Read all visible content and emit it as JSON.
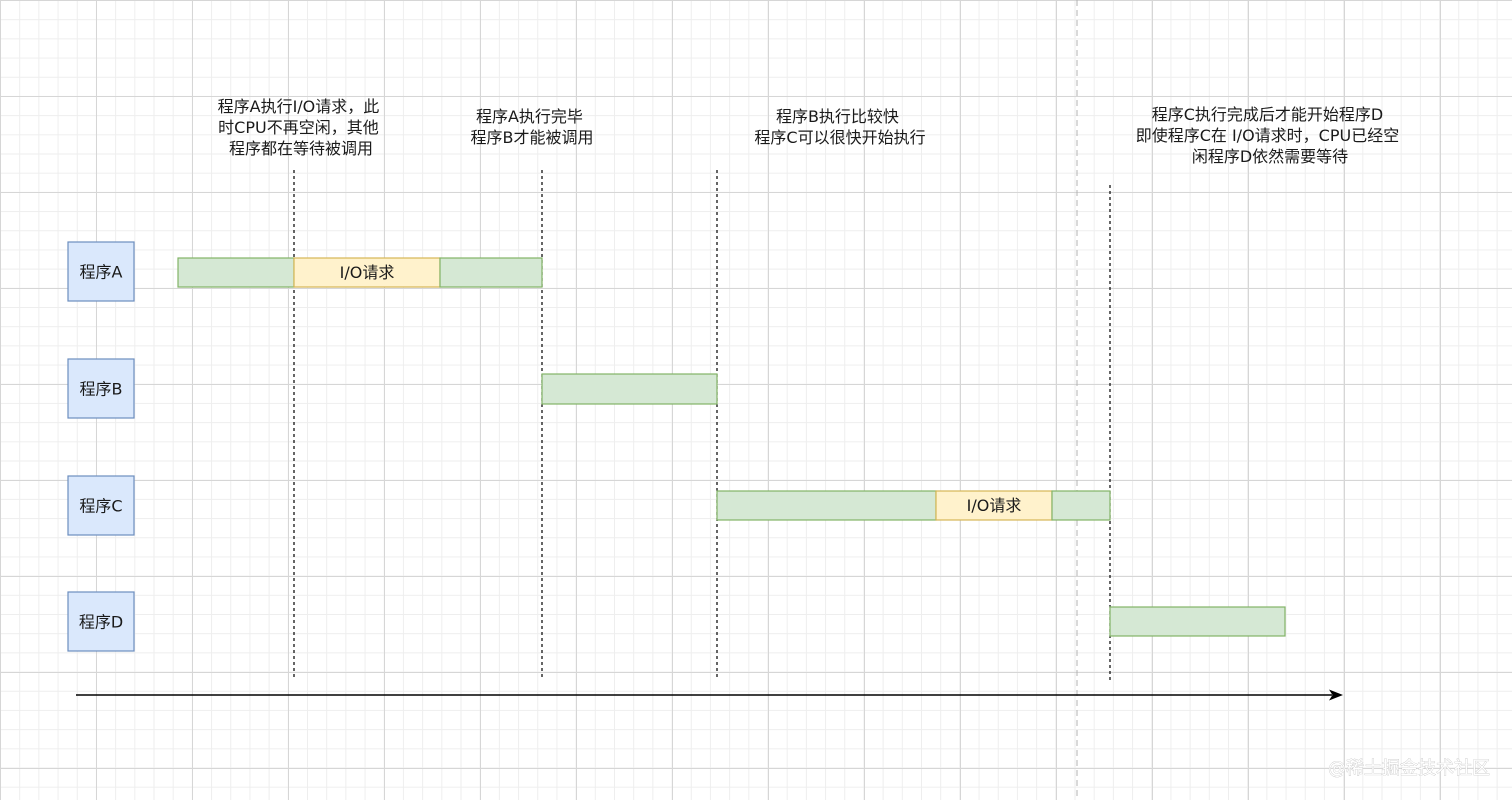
{
  "programs": [
    {
      "id": "A",
      "label": "程序A"
    },
    {
      "id": "B",
      "label": "程序B"
    },
    {
      "id": "C",
      "label": "程序C"
    },
    {
      "id": "D",
      "label": "程序D"
    }
  ],
  "segments": [
    {
      "program": "A",
      "kind": "run",
      "text": ""
    },
    {
      "program": "A",
      "kind": "io",
      "text": "I/O请求"
    },
    {
      "program": "A",
      "kind": "run",
      "text": ""
    },
    {
      "program": "B",
      "kind": "run",
      "text": ""
    },
    {
      "program": "C",
      "kind": "run",
      "text": ""
    },
    {
      "program": "C",
      "kind": "io",
      "text": "I/O请求"
    },
    {
      "program": "C",
      "kind": "run",
      "text": ""
    },
    {
      "program": "D",
      "kind": "run",
      "text": ""
    }
  ],
  "annotations": [
    {
      "lines": [
        "程序A执行I/O请求，此",
        "时CPU不再空闲，其他",
        "程序都在等待被调用"
      ]
    },
    {
      "lines": [
        "程序A执行完毕",
        "程序B才能被调用"
      ]
    },
    {
      "lines": [
        "程序B执行比较快",
        "程序C可以很快开始执行"
      ]
    },
    {
      "lines": [
        "程序C执行完成后才能开始程序D",
        "即使程序C在 I/O请求时，CPU已经空",
        "闲程序D依然需要等待"
      ]
    }
  ],
  "watermark": "@稀土掘金技术社区",
  "colors": {
    "box_fill": "#dae8fc",
    "box_stroke": "#6c8ebf",
    "run_fill": "#d5e8d4",
    "run_stroke": "#82b366",
    "io_fill": "#fff2cc",
    "io_stroke": "#d6b656",
    "line": "#000000"
  }
}
